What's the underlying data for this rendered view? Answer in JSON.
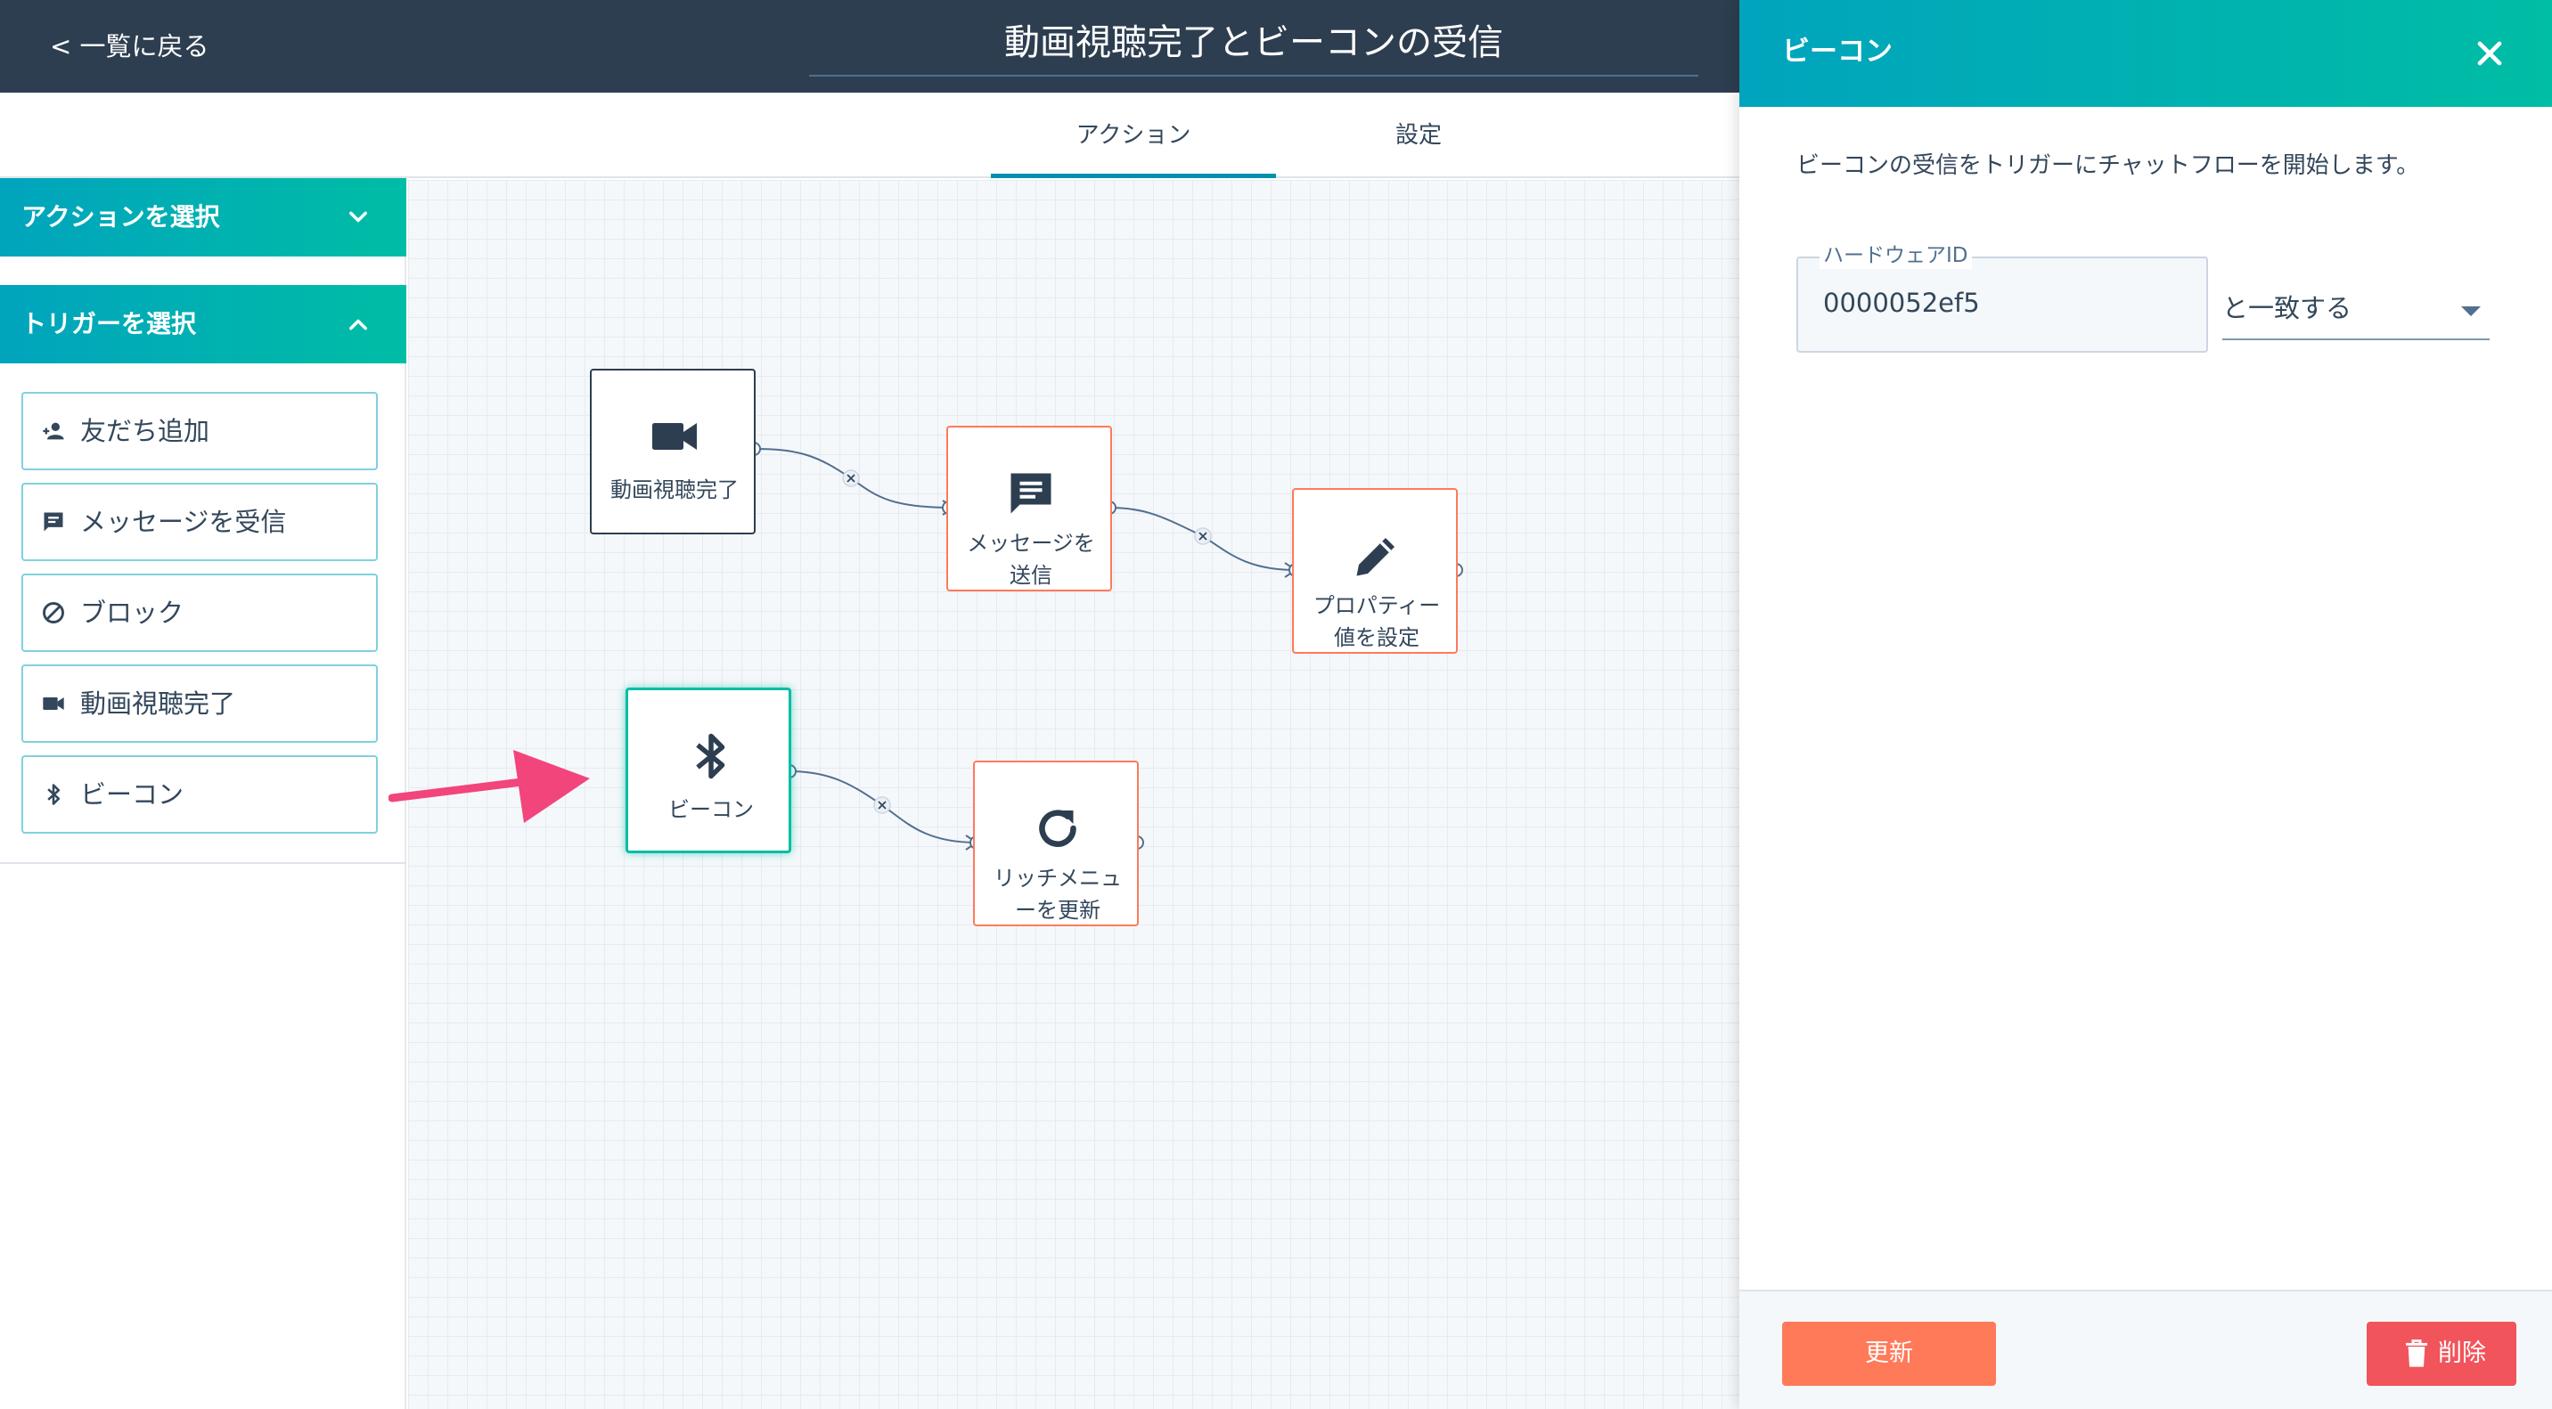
{
  "header": {
    "back_label": "< 一覧に戻る",
    "title": "動画視聴完了とビーコンの受信"
  },
  "tabs": {
    "actions": "アクション",
    "settings": "設定"
  },
  "sidebar": {
    "actions_section": "アクションを選択",
    "triggers_section": "トリガーを選択",
    "triggers": [
      {
        "label": "友だち追加",
        "icon": "person-add-icon"
      },
      {
        "label": "メッセージを受信",
        "icon": "message-icon"
      },
      {
        "label": "ブロック",
        "icon": "block-icon"
      },
      {
        "label": "動画視聴完了",
        "icon": "video-camera-icon"
      },
      {
        "label": "ビーコン",
        "icon": "bluetooth-icon"
      }
    ]
  },
  "canvas": {
    "nodes": {
      "video": {
        "label": "動画視聴完了",
        "icon": "video-camera-icon"
      },
      "send_message": {
        "label_line1": "メッセージを",
        "label_line2": "送信",
        "icon": "chat-message-icon"
      },
      "set_property": {
        "label_line1": "プロパティー",
        "label_line2": "値を設定",
        "icon": "pencil-icon"
      },
      "beacon": {
        "label": "ビーコン",
        "icon": "bluetooth-icon"
      },
      "rich_menu": {
        "label_line1": "リッチメニュ",
        "label_line2": "ーを更新",
        "icon": "refresh-icon"
      }
    }
  },
  "panel": {
    "title": "ビーコン",
    "description": "ビーコンの受信をトリガーにチャットフローを開始します。",
    "field_label": "ハードウェアID",
    "field_value": "0000052ef5",
    "match_value": "と一致する",
    "update_label": "更新",
    "delete_label": "削除"
  },
  "colors": {
    "header_bg": "#2d3e50",
    "teal_start": "#00a4bd",
    "teal_end": "#00bda5",
    "action_border": "#ff7a59",
    "update_button": "#ff7a59",
    "delete_button": "#f2545b",
    "annotation_arrow": "#f2457b"
  }
}
